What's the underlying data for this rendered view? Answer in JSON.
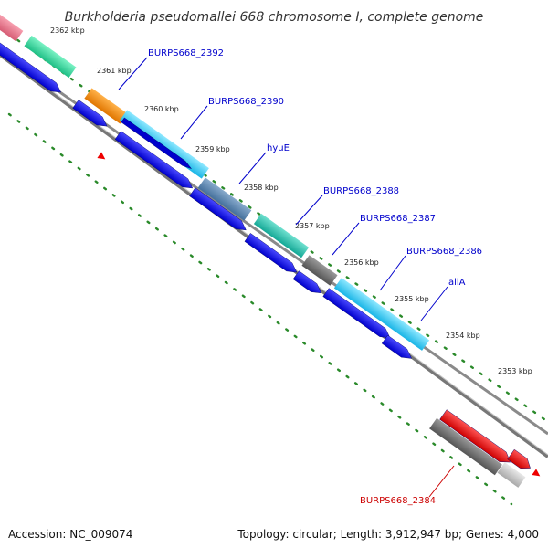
{
  "title": "Burkholderia pseudomallei 668 chromosome I, complete genome",
  "footer": {
    "accession": "Accession: NC_009074",
    "summary": "Topology: circular; Length: 3,912,947 bp; Genes: 4,000"
  },
  "ticks": [
    {
      "label": "2362 kbp",
      "kbp": 2362
    },
    {
      "label": "2361 kbp",
      "kbp": 2361
    },
    {
      "label": "2360 kbp",
      "kbp": 2360
    },
    {
      "label": "2359 kbp",
      "kbp": 2359
    },
    {
      "label": "2358 kbp",
      "kbp": 2358
    },
    {
      "label": "2357 kbp",
      "kbp": 2357
    },
    {
      "label": "2356 kbp",
      "kbp": 2356
    },
    {
      "label": "2355 kbp",
      "kbp": 2355
    },
    {
      "label": "2354 kbp",
      "kbp": 2354
    },
    {
      "label": "2353 kbp",
      "kbp": 2353
    }
  ],
  "gene_labels": [
    {
      "name": "BURPS668_2392",
      "color": "#0000cc"
    },
    {
      "name": "BURPS668_2390",
      "color": "#0000cc"
    },
    {
      "name": "hyuE",
      "color": "#0000cc"
    },
    {
      "name": "BURPS668_2388",
      "color": "#0000cc"
    },
    {
      "name": "BURPS668_2387",
      "color": "#0000cc"
    },
    {
      "name": "BURPS668_2386",
      "color": "#0000cc"
    },
    {
      "name": "allA",
      "color": "#0000cc"
    },
    {
      "name": "BURPS668_2384",
      "color": "#cc0000"
    }
  ],
  "colors": {
    "backbone": "#8a8a8a",
    "dots": "#2a8a2a",
    "cds": "#0000ee",
    "reverse": "#ee0000"
  }
}
